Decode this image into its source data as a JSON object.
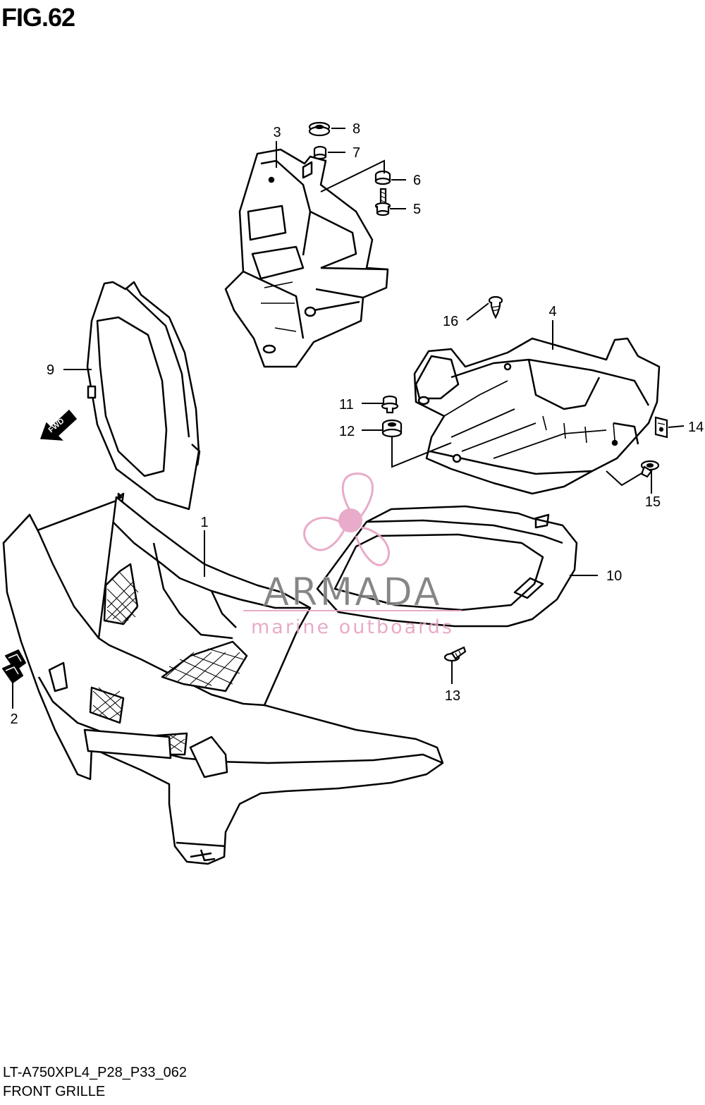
{
  "figure": {
    "title": "FIG.62",
    "model_code": "LT-A750XPL4_P28_P33_062",
    "section_name": "FRONT GRILLE"
  },
  "watermark": {
    "brand": "ARMADA",
    "tagline": "marine outboards",
    "color": "#e6a3c4",
    "text_color": "#7a7a7a"
  },
  "fwd_badge": "FWD",
  "part_numbers": [
    "1",
    "2",
    "3",
    "4",
    "5",
    "6",
    "7",
    "8",
    "9",
    "10",
    "11",
    "12",
    "13",
    "14",
    "15",
    "16"
  ],
  "icons": [
    "propeller-logo-icon",
    "fwd-arrow-icon"
  ]
}
